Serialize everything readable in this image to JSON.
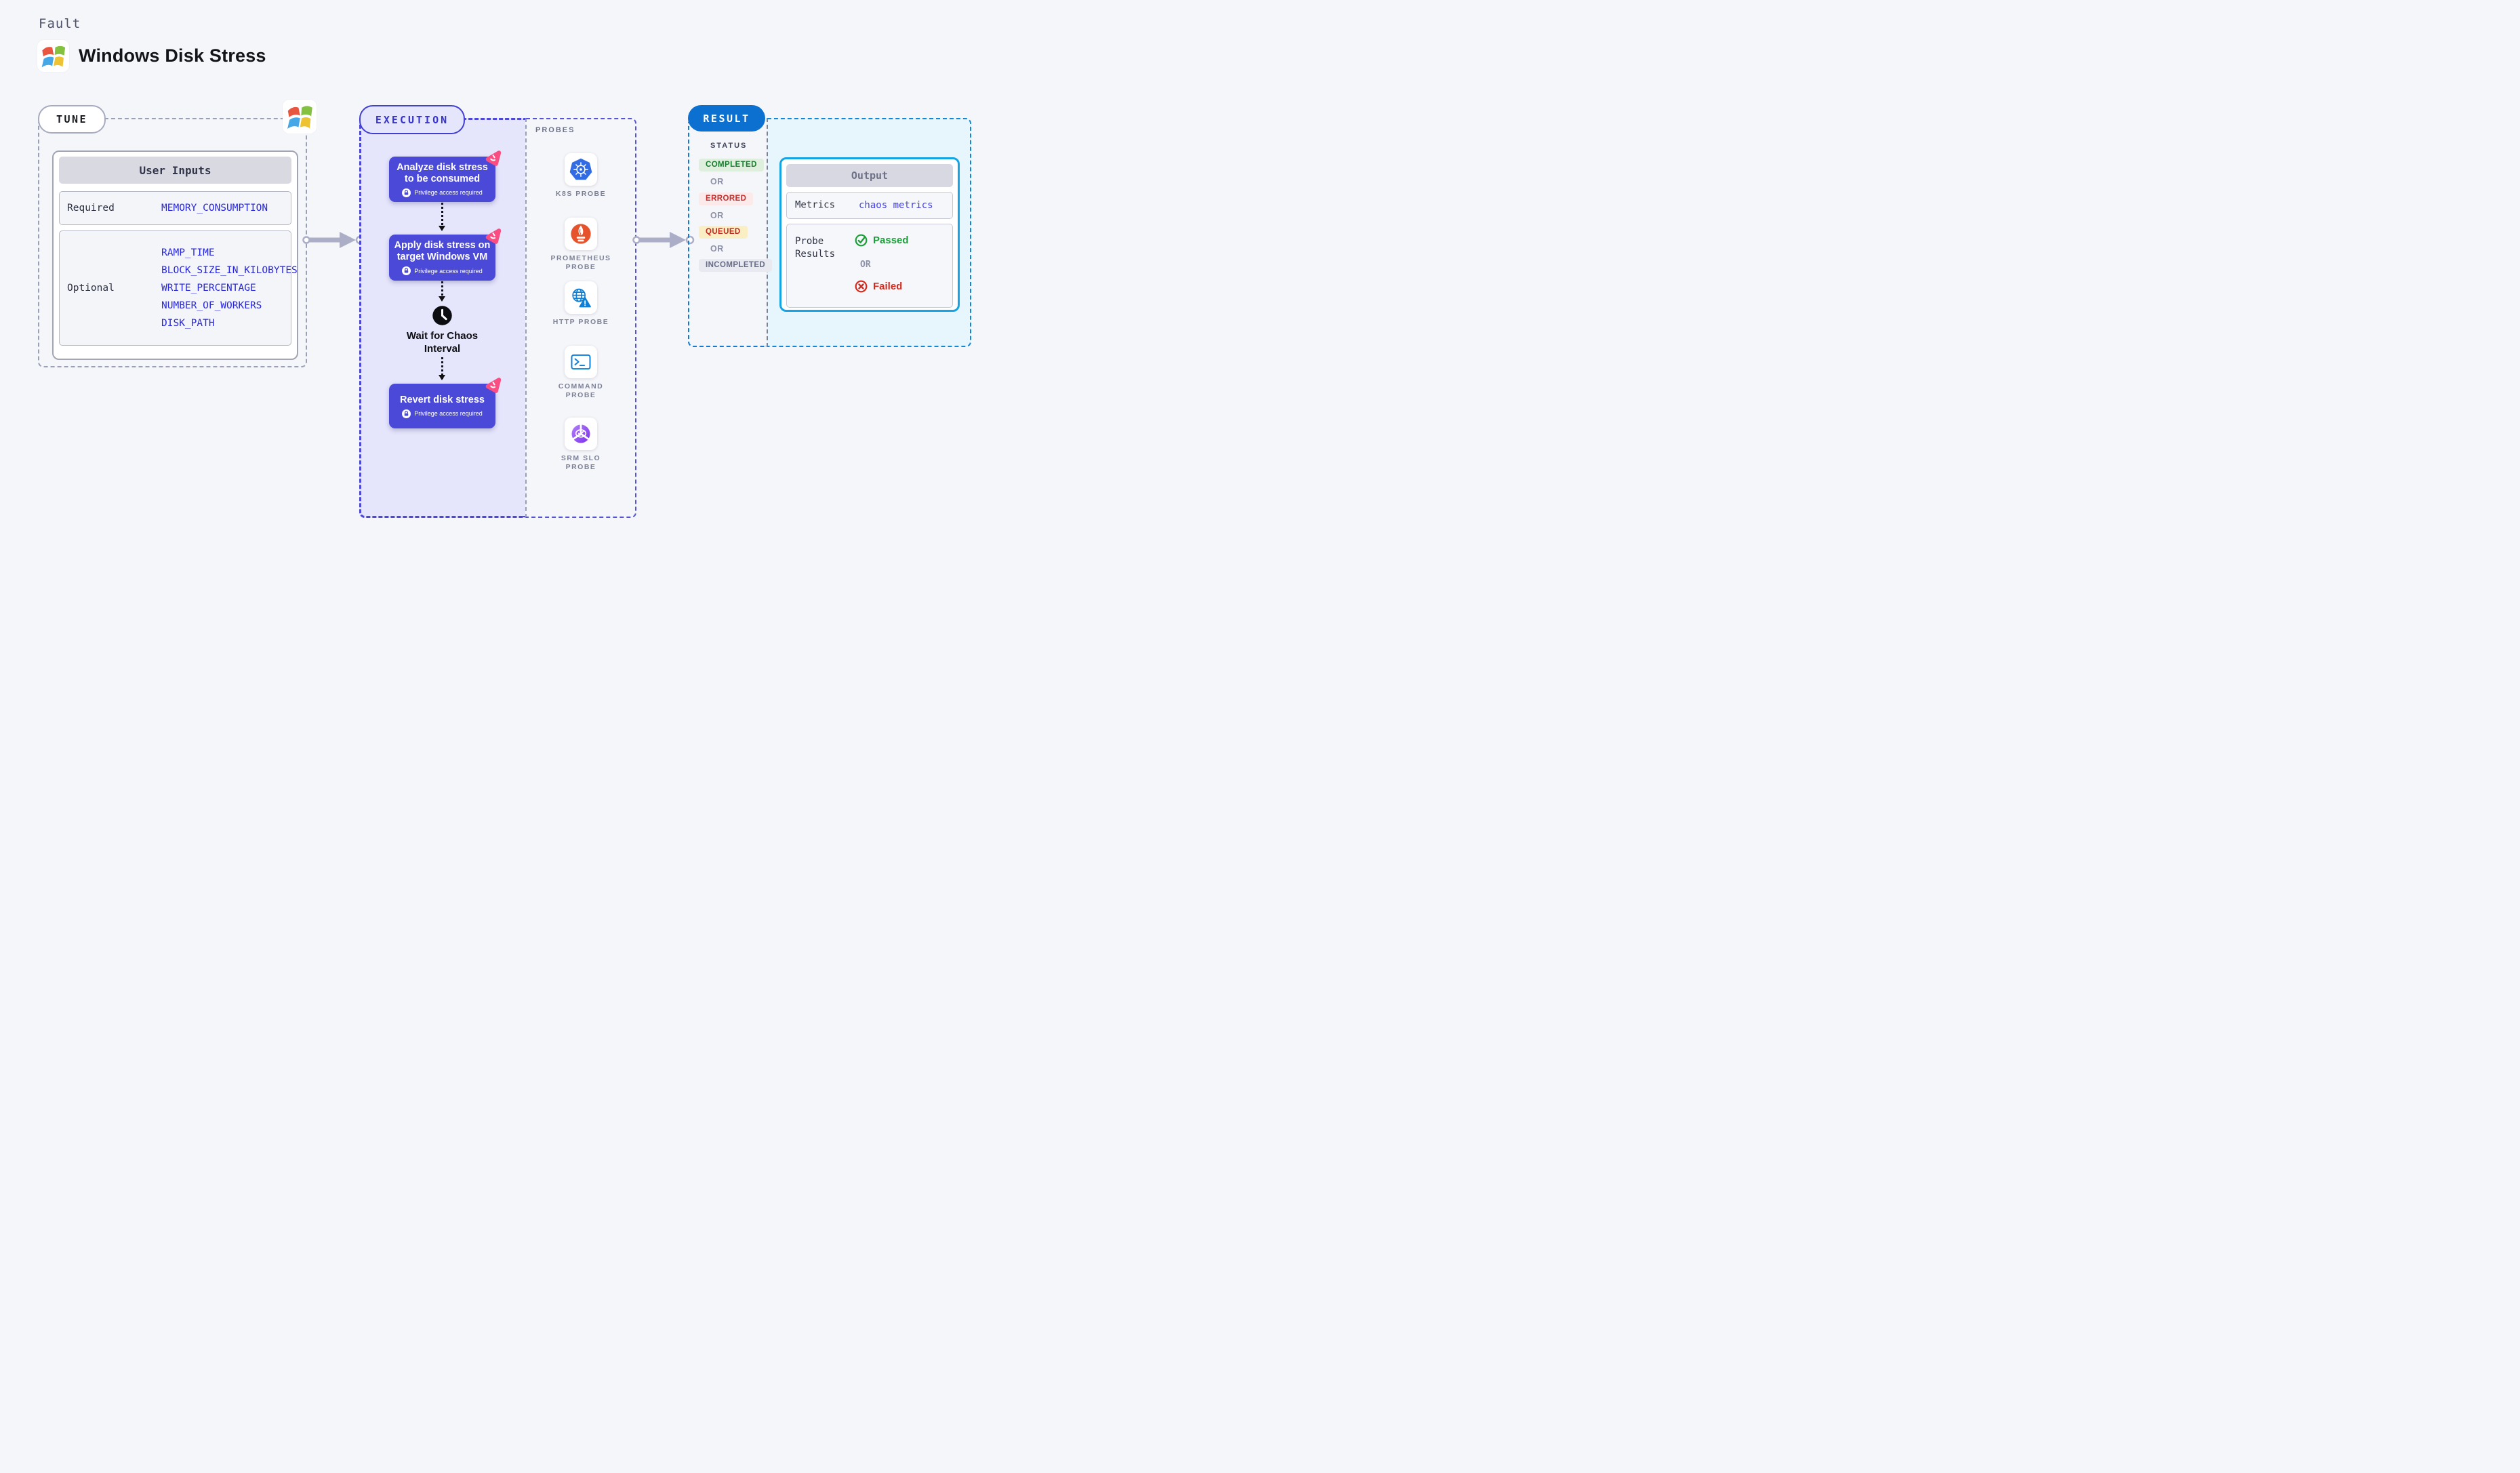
{
  "page": {
    "kicker": "Fault",
    "title": "Windows Disk Stress"
  },
  "tune": {
    "label": "TUNE",
    "card": {
      "header": "User Inputs",
      "required_label": "Required",
      "required_value": "MEMORY_CONSUMPTION",
      "optional_label": "Optional",
      "optional_values": [
        "RAMP_TIME",
        "BLOCK_SIZE_IN_KILOBYTES",
        "WRITE_PERCENTAGE",
        "NUMBER_OF_WORKERS",
        "DISK_PATH"
      ]
    }
  },
  "execution": {
    "label": "EXECUTION",
    "steps": [
      {
        "title": "Analyze disk stress to be consumed",
        "badge": "Privilege access required"
      },
      {
        "title": "Apply disk stress on target Windows VM",
        "badge": "Privilege access required"
      },
      {
        "title": "Revert disk stress",
        "badge": "Privilege access required"
      }
    ],
    "wait_label": "Wait for Chaos Interval",
    "probes": {
      "header": "PROBES",
      "items": [
        {
          "label": "K8S PROBE",
          "icon": "kubernetes-icon"
        },
        {
          "label": "PROMETHEUS PROBE",
          "icon": "prometheus-icon"
        },
        {
          "label": "HTTP PROBE",
          "icon": "http-globe-icon"
        },
        {
          "label": "COMMAND PROBE",
          "icon": "terminal-icon"
        },
        {
          "label": "SRM SLO PROBE",
          "icon": "srm-slo-icon"
        }
      ]
    }
  },
  "result": {
    "label": "RESULT",
    "status": {
      "header": "STATUS",
      "or_label": "OR",
      "badges": [
        "COMPLETED",
        "ERRORED",
        "QUEUED",
        "INCOMPLETED"
      ]
    },
    "output": {
      "header": "Output",
      "metrics_label": "Metrics",
      "metrics_value": "chaos metrics",
      "probe_results_label": "Probe Results",
      "passed_label": "Passed",
      "or_label": "OR",
      "failed_label": "Failed"
    }
  },
  "colors": {
    "indigo": "#4b49d8",
    "lavender": "#e5e5fb",
    "result-blue": "#0b70d0",
    "cyan-border": "#14a4e4",
    "pink": "#fa4d82",
    "k8s-blue": "#326ce5",
    "prom-orange": "#e6522c",
    "http-blue": "#0e7fd6",
    "green": "#1d9e3a",
    "red": "#d42a1e",
    "link-indigo": "#2727e0"
  }
}
